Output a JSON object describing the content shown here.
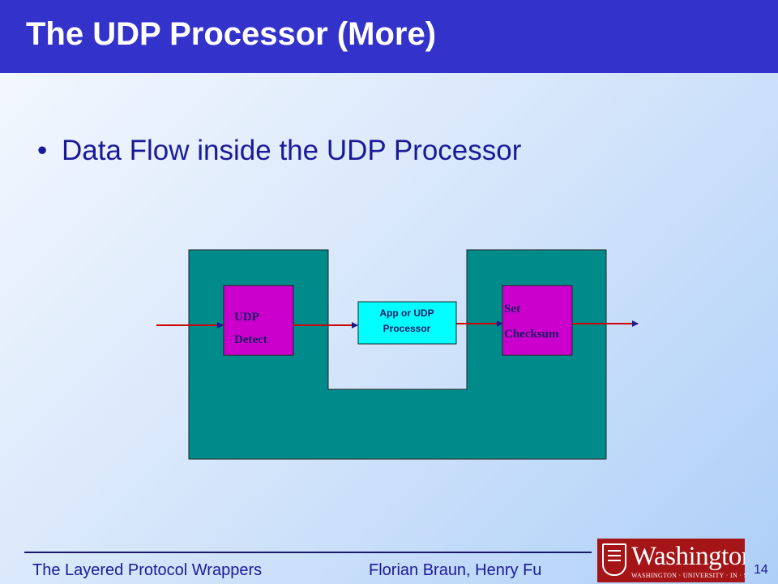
{
  "slide": {
    "title": "The UDP Processor (More)",
    "bullet": "Data Flow inside the UDP Processor",
    "page_number": "14"
  },
  "diagram": {
    "udp_detect": {
      "line1": "UDP",
      "line2": "Detect"
    },
    "app_processor": {
      "line1": "App or UDP",
      "line2": "Processor"
    },
    "set_checksum": {
      "line1": "Set",
      "line2": "Checksum"
    },
    "colors": {
      "container": "#008b8b",
      "module": "#cc00cc",
      "app_box": "#00ffff",
      "arrow": "#cc0000"
    }
  },
  "footer": {
    "left": "The Layered Protocol Wrappers",
    "authors": "Florian Braun, Henry Fu",
    "logo_text": "Washington",
    "logo_subtext": "WASHINGTON · UNIVERSITY · IN · ST · LOUIS"
  }
}
